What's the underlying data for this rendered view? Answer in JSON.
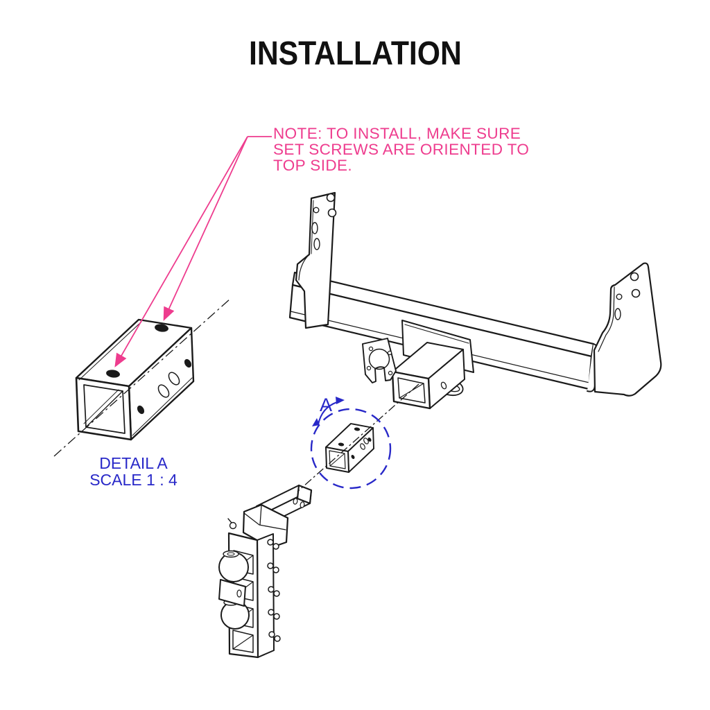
{
  "title": "INSTALLATION",
  "note": {
    "text": "NOTE: TO INSTALL, MAKE SURE\nSET SCREWS ARE ORIENTED TO\nTOP SIDE."
  },
  "detail": {
    "label": "DETAIL A",
    "scale": "SCALE 1 : 4",
    "marker": "A"
  },
  "colors": {
    "background": "#ffffff",
    "line": "#1a1a1a",
    "note_pink": "#EE3C8E",
    "detail_blue": "#2828C8"
  },
  "figure_parts": [
    "hitch-crossbar",
    "left-mounting-bracket",
    "right-mounting-bracket",
    "center-reinforcement-plate",
    "receiver-tube",
    "connector-plug-bracket",
    "safety-chain-loop",
    "adapter-sleeve",
    "detail-callout-circle",
    "adjustable-ball-mount",
    "set-screw-holes",
    "centerline"
  ]
}
